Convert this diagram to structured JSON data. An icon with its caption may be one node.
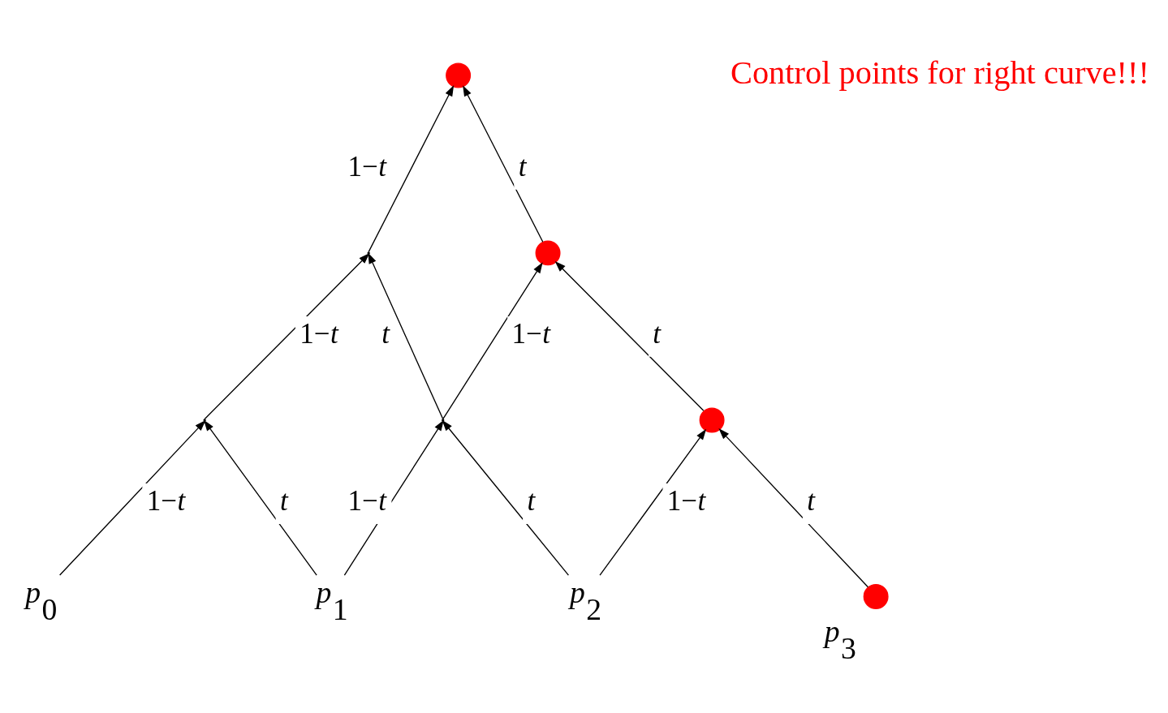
{
  "diagram": {
    "nodes": [
      {
        "text": [
          "*p*$_{0}$"
        ]
      },
      {
        "text": [
          "*p*$_{1}$"
        ]
      },
      {
        "text": [
          "*p*$_{2}$"
        ]
      },
      {
        "text": [],
        "shape": "circle",
        "beside": [
          "*p*$_{3}$"
        ]
      },
      {
        "text": [],
        "shape": "point"
      },
      {
        "text": [],
        "shape": "point"
      },
      {
        "text": [],
        "shape": "circle"
      },
      {
        "text": [],
        "shape": "point"
      },
      {
        "text": [],
        "shape": "circle"
      },
      {
        "text": [],
        "shape": "circle"
      }
    ],
    "edges": [
      {
        "from": 0,
        "to": 4,
        "arrow": "to",
        "label": "1−*t*"
      },
      {
        "from": 1,
        "to": 4,
        "arrow": "to",
        "label": "*t*"
      },
      {
        "from": 1,
        "to": 5,
        "arrow": "to",
        "label": "1−*t*"
      },
      {
        "from": 2,
        "to": 5,
        "arrow": "to",
        "label": "*t*"
      },
      {
        "from": 2,
        "to": 6,
        "arrow": "to",
        "label": "1−*t*"
      },
      {
        "from": 3,
        "to": 6,
        "arrow": "to",
        "label": "*t*"
      },
      {
        "from": 4,
        "to": 7,
        "arrow": "to",
        "label": "1−*t*"
      },
      {
        "from": 5,
        "to": 7,
        "arrow": "to",
        "label": "*t*"
      },
      {
        "from": 5,
        "to": 8,
        "arrow": "to",
        "label": "1−*t*"
      },
      {
        "from": 6,
        "to": 8,
        "arrow": "to",
        "label": "*t*"
      },
      {
        "from": 7,
        "to": 9,
        "arrow": "to",
        "label": "1−*t*"
      },
      {
        "from": 8,
        "to": 9,
        "arrow": "to",
        "label": "*t*"
      }
    ],
    "labels": [
      "Control points for right curve!!!"
    ]
  }
}
